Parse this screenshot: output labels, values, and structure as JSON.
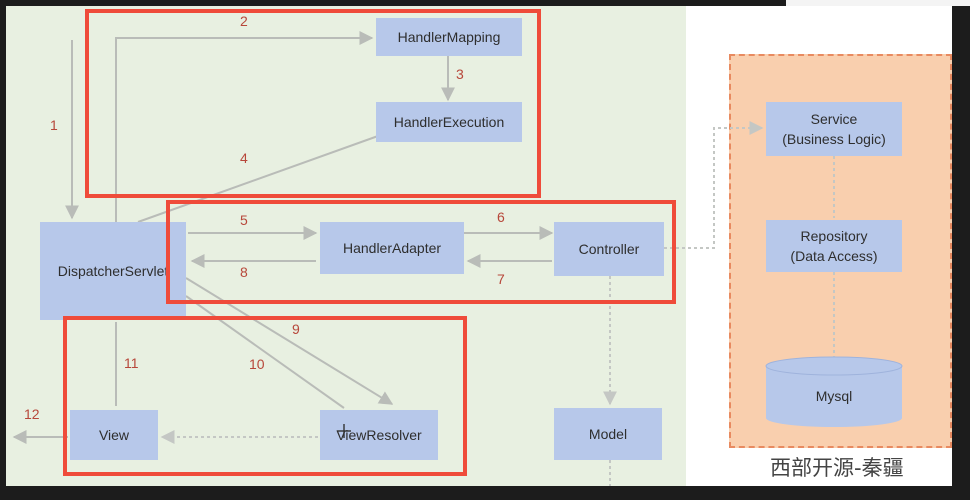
{
  "title": "",
  "nodes": {
    "handler_mapping": "HandlerMapping",
    "handler_execution": "HandlerExecution",
    "dispatcher_servlet": "DispatcherServlet",
    "handler_adapter": "HandlerAdapter",
    "controller": "Controller",
    "view": "View",
    "view_resolver": "ViewResolver",
    "model": "Model",
    "service": "Service\n(Business Logic)",
    "repository": "Repository\n(Data Access)",
    "mysql": "Mysql"
  },
  "steps": [
    "1",
    "2",
    "3",
    "4",
    "5",
    "6",
    "7",
    "8",
    "9",
    "10",
    "11",
    "12"
  ],
  "watermark": "西部开源-秦疆",
  "colors": {
    "box": "#b7c8ea",
    "frame": "#ef4b3a",
    "panel_left": "#e8f0e1",
    "panel_right": "#f9cfae",
    "step_numbers": "#b7473a"
  }
}
